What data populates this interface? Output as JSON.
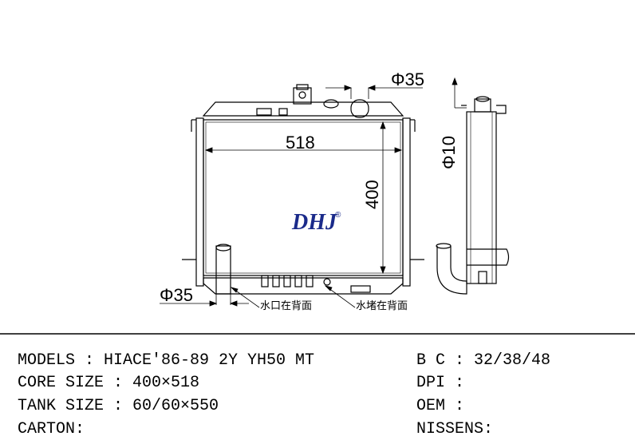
{
  "drawing": {
    "brand": "DHJ",
    "brand_mark": "®",
    "dims": {
      "width": "518",
      "height": "400",
      "outlet_top": "Φ35",
      "inlet_bottom": "Φ35",
      "side_pipe": "Φ10"
    },
    "notes": {
      "inlet_back": "水口在背面",
      "plug_back": "水堵在背面"
    }
  },
  "specs": {
    "models": "MODELS : HIACE'86-89 2Y YH50 MT",
    "core_size": "CORE SIZE : 400×518",
    "tank_size": "TANK SIZE : 60/60×550",
    "carton": "CARTON:",
    "bc": "B C : 32/38/48",
    "dpi": "DPI :",
    "oem": "OEM :",
    "nissens": "NISSENS:"
  }
}
